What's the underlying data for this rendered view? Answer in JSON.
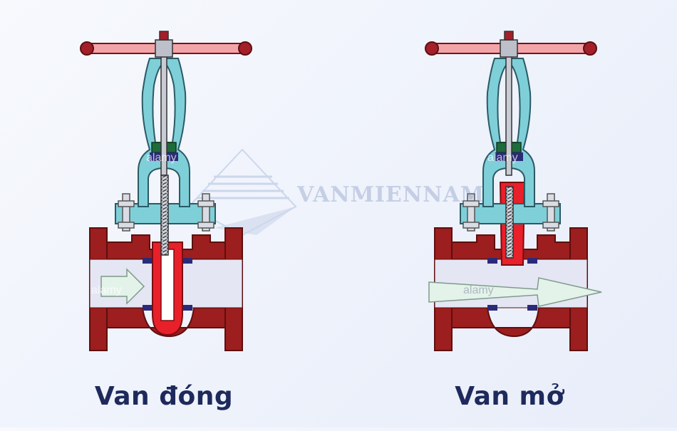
{
  "diagram": {
    "valves": [
      {
        "id": "closed",
        "caption": "Van đóng",
        "state": "closed"
      },
      {
        "id": "open",
        "caption": "Van mở",
        "state": "open"
      }
    ],
    "watermark": {
      "brand": "VANMIENNAM",
      "stock_mark": "alamy"
    },
    "colors": {
      "body": "#9c1e1e",
      "body_outline": "#5e0f0f",
      "bonnet": "#7fcfd8",
      "bonnet_outline": "#2a5a66",
      "handwheel": "#f2a5a8",
      "handwheel_end": "#a3202a",
      "gate": "#e8202a",
      "bore": "#e4e6f3",
      "packing": "#1f6b3a",
      "seat": "#2b2a7a",
      "flow_arrow": "#e4f3ea",
      "caption": "#1e2a5c"
    }
  }
}
